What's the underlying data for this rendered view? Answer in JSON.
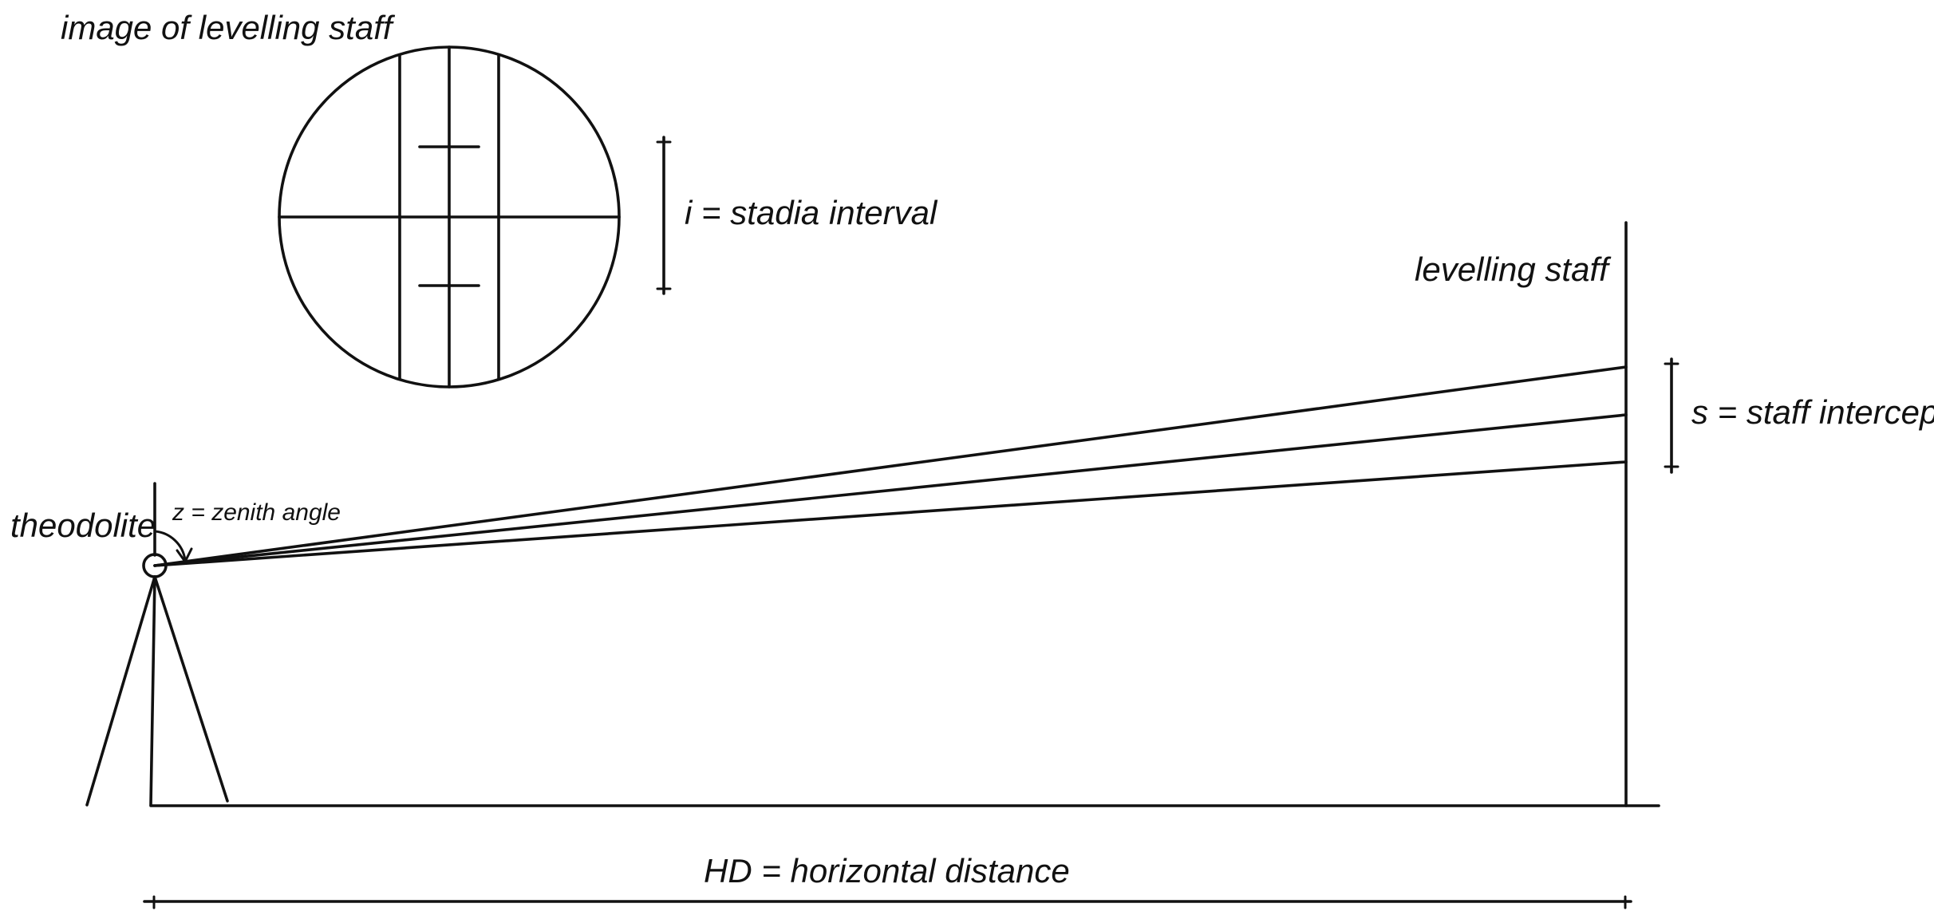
{
  "labels": {
    "image_title": "image of levelling staff",
    "stadia_interval": "i = stadia interval",
    "levelling_staff": "levelling staff",
    "staff_intercept": "s = staff intercept",
    "theodolite": "theodolite",
    "zenith_angle": "z = zenith angle",
    "horizontal_distance": "HD = horizontal distance"
  }
}
